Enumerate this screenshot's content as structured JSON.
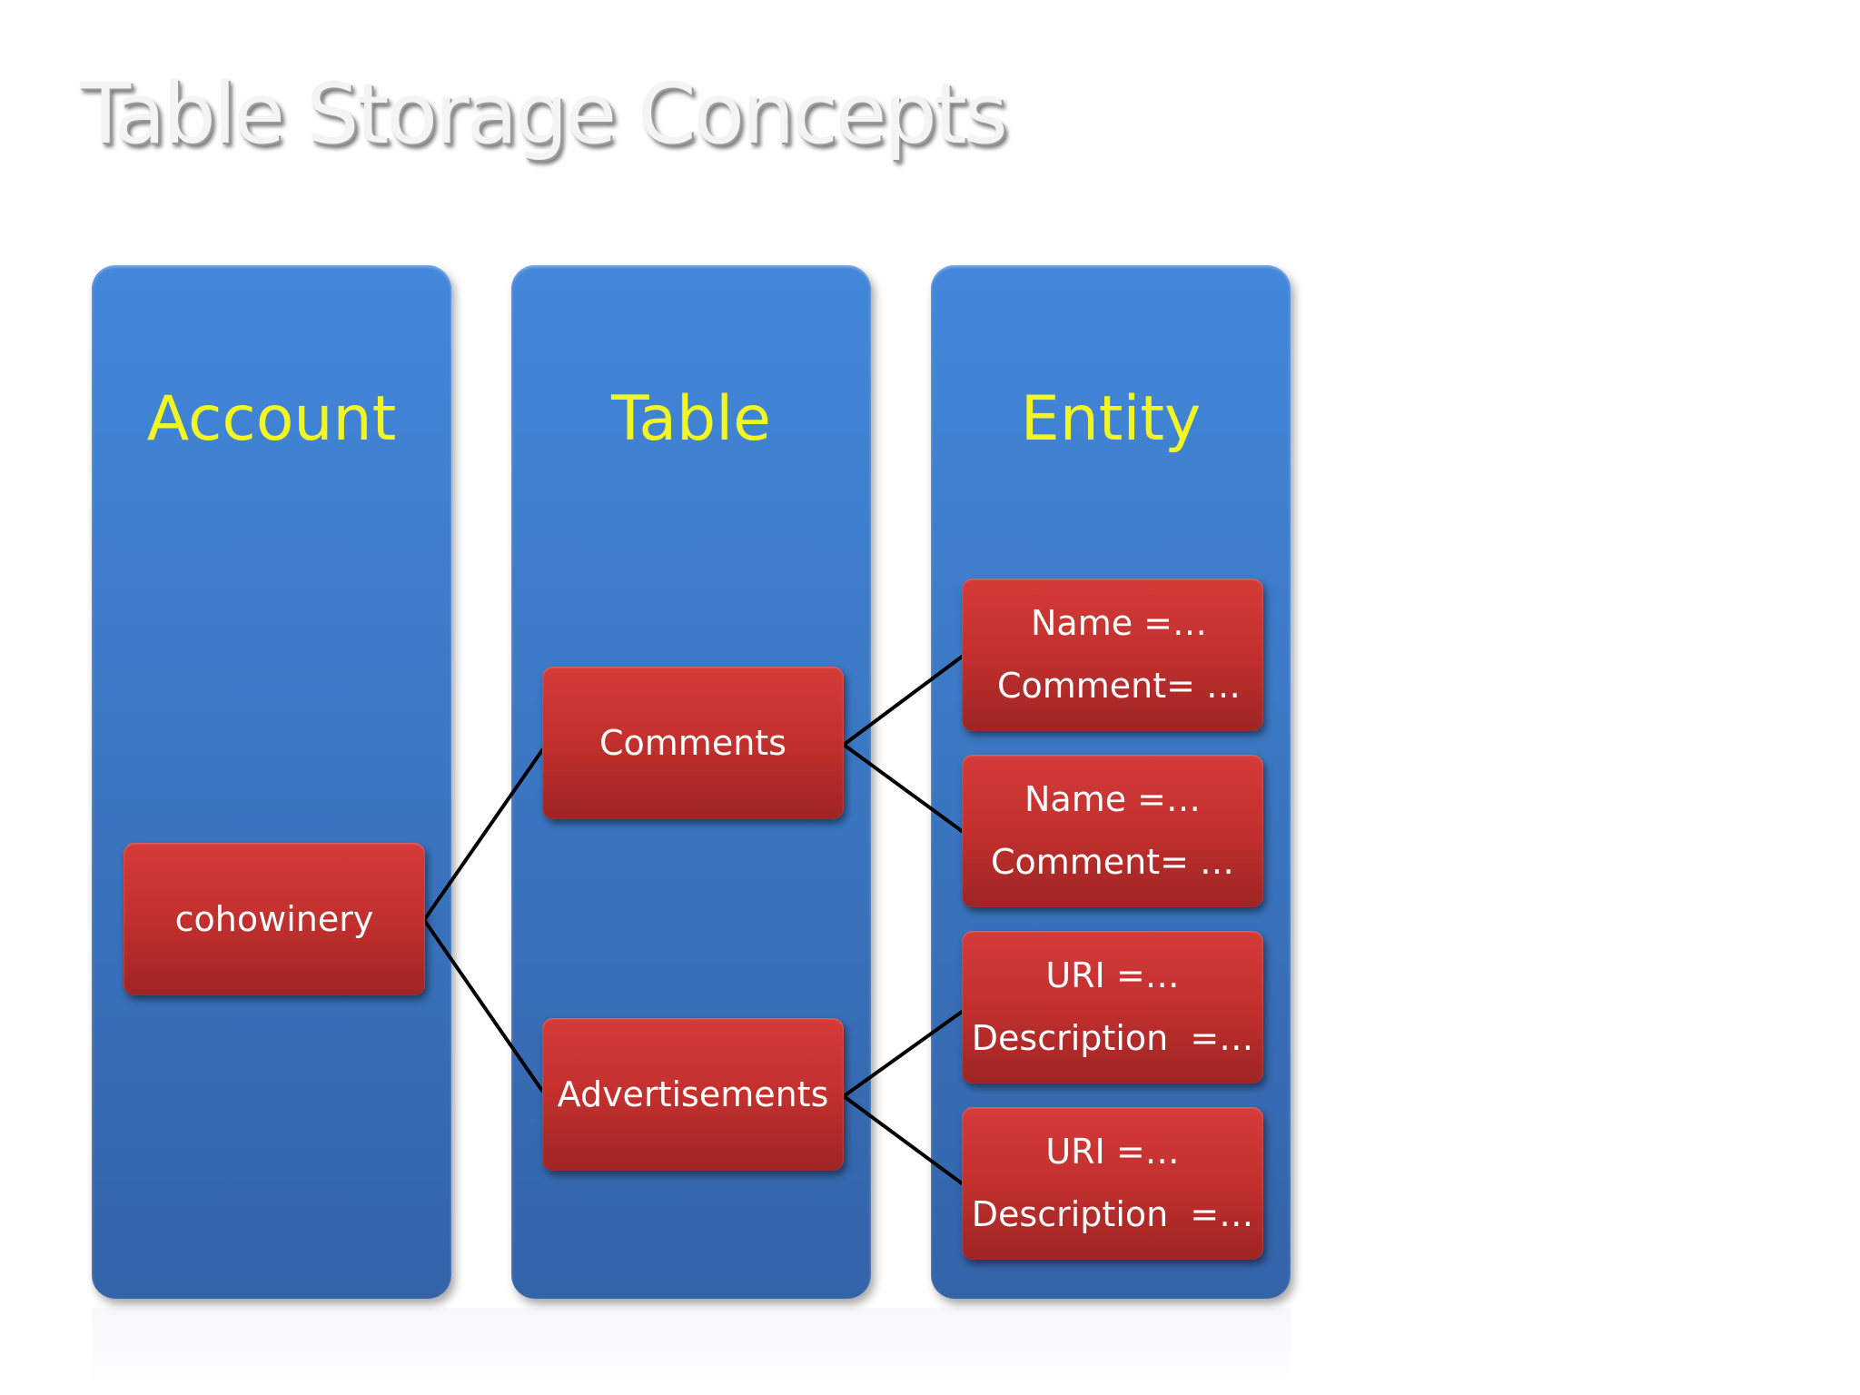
{
  "slide": {
    "title": "Table Storage Concepts"
  },
  "columns": {
    "account": {
      "header": "Account"
    },
    "table": {
      "header": "Table"
    },
    "entity": {
      "header": "Entity"
    }
  },
  "account_node": {
    "label": "cohowinery"
  },
  "table_nodes": [
    {
      "label": "Comments"
    },
    {
      "label": "Advertisements"
    }
  ],
  "entity_nodes": [
    {
      "line1": "Name =…",
      "line2": "Comment= …"
    },
    {
      "line1": "Name =…",
      "line2": "Comment= …"
    },
    {
      "line1": "URI =…",
      "line2": "Description  =…"
    },
    {
      "line1": "URI =…",
      "line2": "Description  =…"
    }
  ],
  "colors": {
    "column_blue": "#3b78c4",
    "node_red": "#c2302e",
    "header_yellow": "#f2f524",
    "connector": "#000000"
  }
}
